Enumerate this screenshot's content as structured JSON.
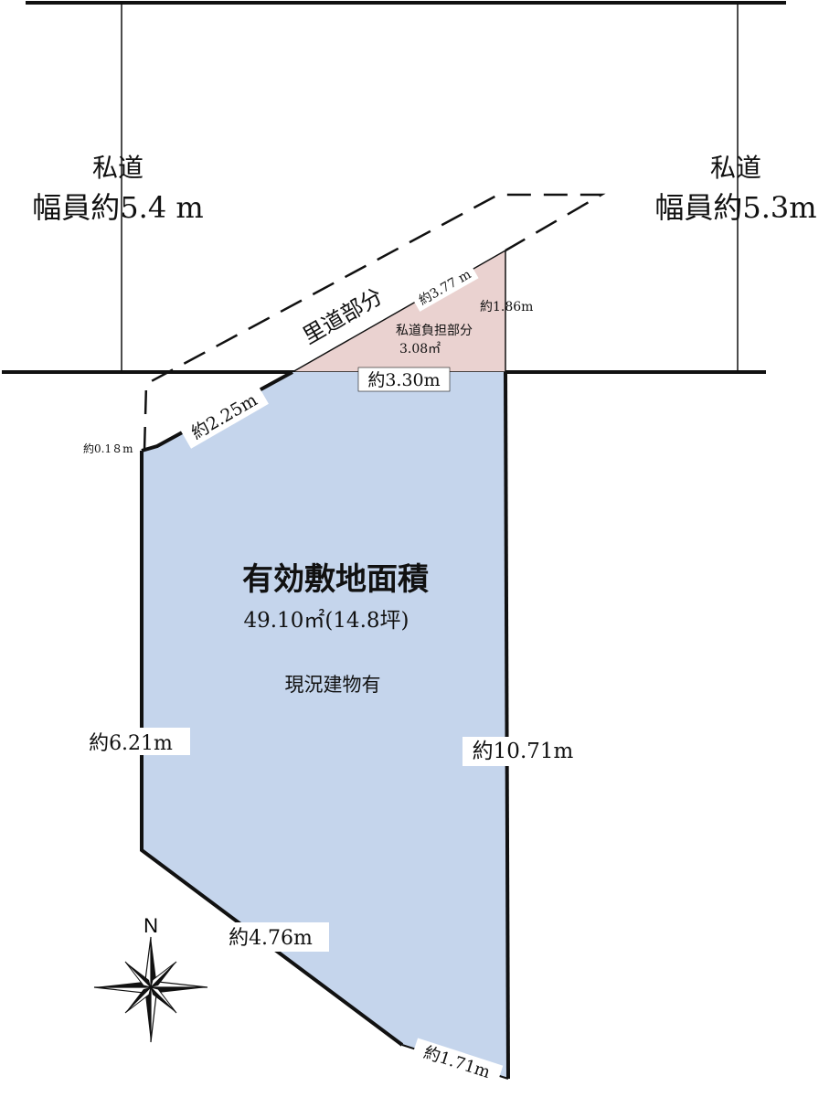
{
  "roads": {
    "left_name": "私道",
    "left_width": "幅員約5.4 m",
    "right_name": "私道",
    "right_width": "幅員約5.3m"
  },
  "setback_label": "里道部分",
  "burden": {
    "title": "私道負担部分",
    "area": "3.08㎡"
  },
  "site": {
    "title": "有効敷地面積",
    "area": "49.10㎡(14.8坪)",
    "note": "現況建物有"
  },
  "dimensions": {
    "d_377": "約3.77 m",
    "d_186": "約1.86m",
    "d_330": "約3.30m",
    "d_225": "約2.25m",
    "d_018": "約0.1８m",
    "d_621": "約6.21m",
    "d_1071": "約10.71m",
    "d_476": "約4.76m",
    "d_171": "約1.71m"
  },
  "compass": {
    "north": "N"
  },
  "colors": {
    "site_fill": "#c5d5ec",
    "burden_fill": "#ead2d0",
    "line": "#111111"
  }
}
